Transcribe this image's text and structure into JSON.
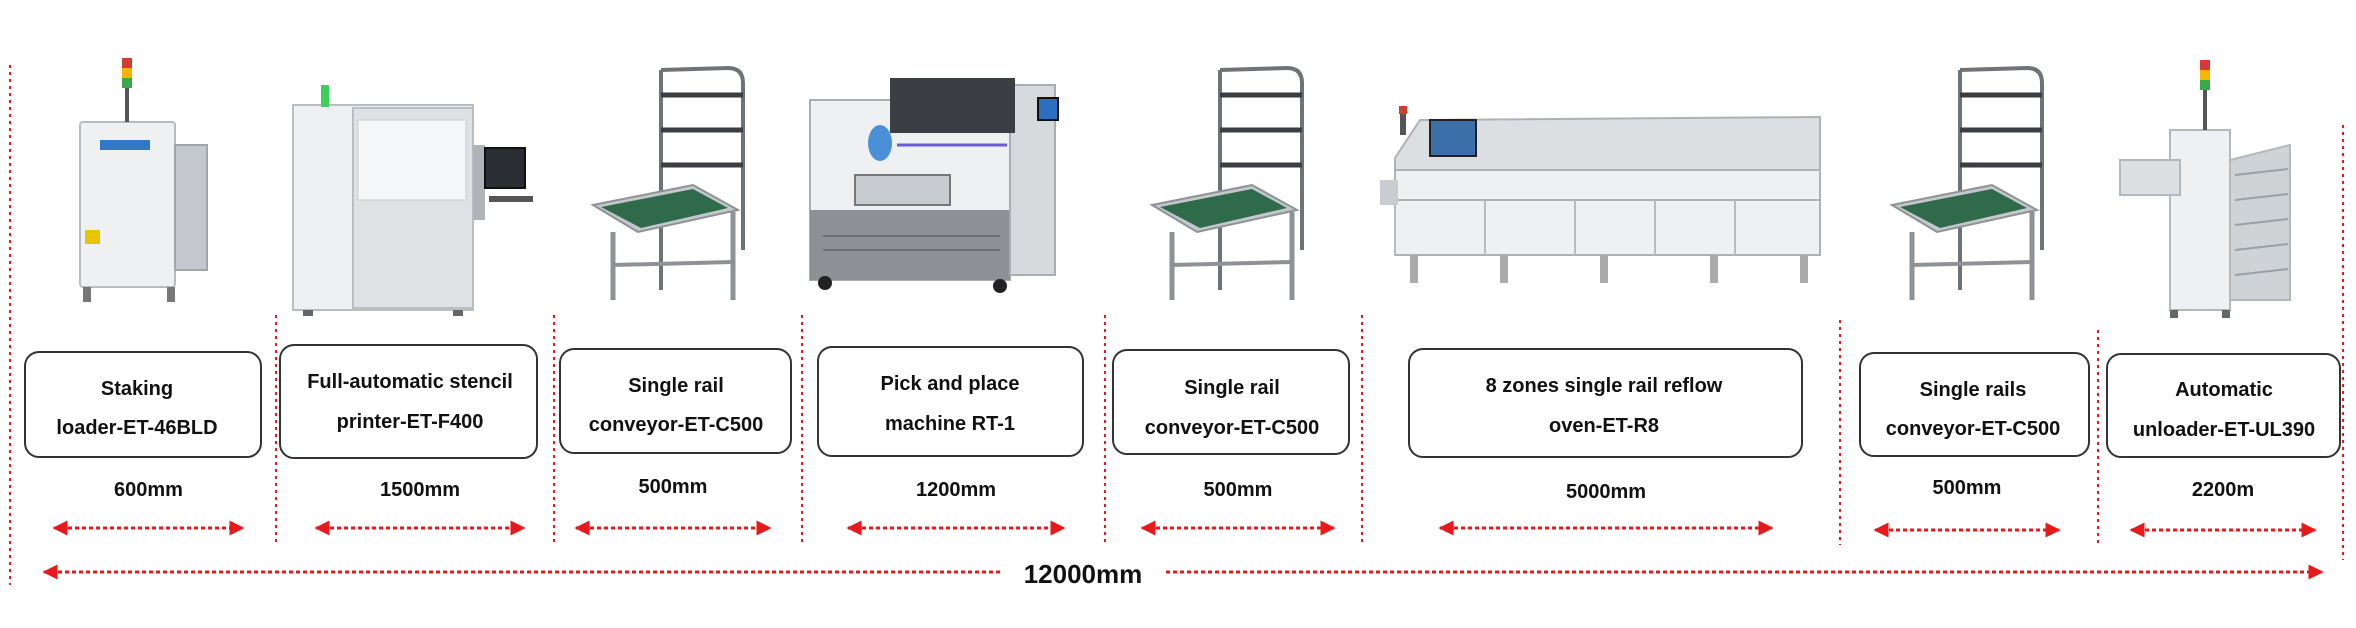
{
  "colors": {
    "dimension": "#e8191b",
    "box_border": "#333333",
    "text": "#111111",
    "machine_white": "#eef0f2",
    "machine_grey": "#c4c8cc",
    "machine_dark": "#5d6166",
    "belt_green": "#2f6b4a"
  },
  "machines": [
    {
      "name": "Staking",
      "model": "loader-ET-46BLD",
      "length": "600mm",
      "icon": "loader-machine-icon"
    },
    {
      "name": "Full-automatic stencil",
      "model": "printer-ET-F400",
      "length": "1500mm",
      "icon": "stencil-printer-icon"
    },
    {
      "name": "Single rail",
      "model": "conveyor-ET-C500",
      "length": "500mm",
      "icon": "conveyor-icon"
    },
    {
      "name": "Pick and place",
      "model": "machine RT-1",
      "length": "1200mm",
      "icon": "pick-and-place-icon"
    },
    {
      "name": "Single rail",
      "model": "conveyor-ET-C500",
      "length": "500mm",
      "icon": "conveyor-icon"
    },
    {
      "name": "8 zones single rail reflow",
      "model": "oven-ET-R8",
      "length": "5000mm",
      "icon": "reflow-oven-icon"
    },
    {
      "name": "Single rails",
      "model": "conveyor-ET-C500",
      "length": "500mm",
      "icon": "conveyor-icon"
    },
    {
      "name": "Automatic",
      "model": "unloader-ET-UL390",
      "length": "2200m",
      "icon": "unloader-machine-icon"
    }
  ],
  "total_length": "12000mm"
}
